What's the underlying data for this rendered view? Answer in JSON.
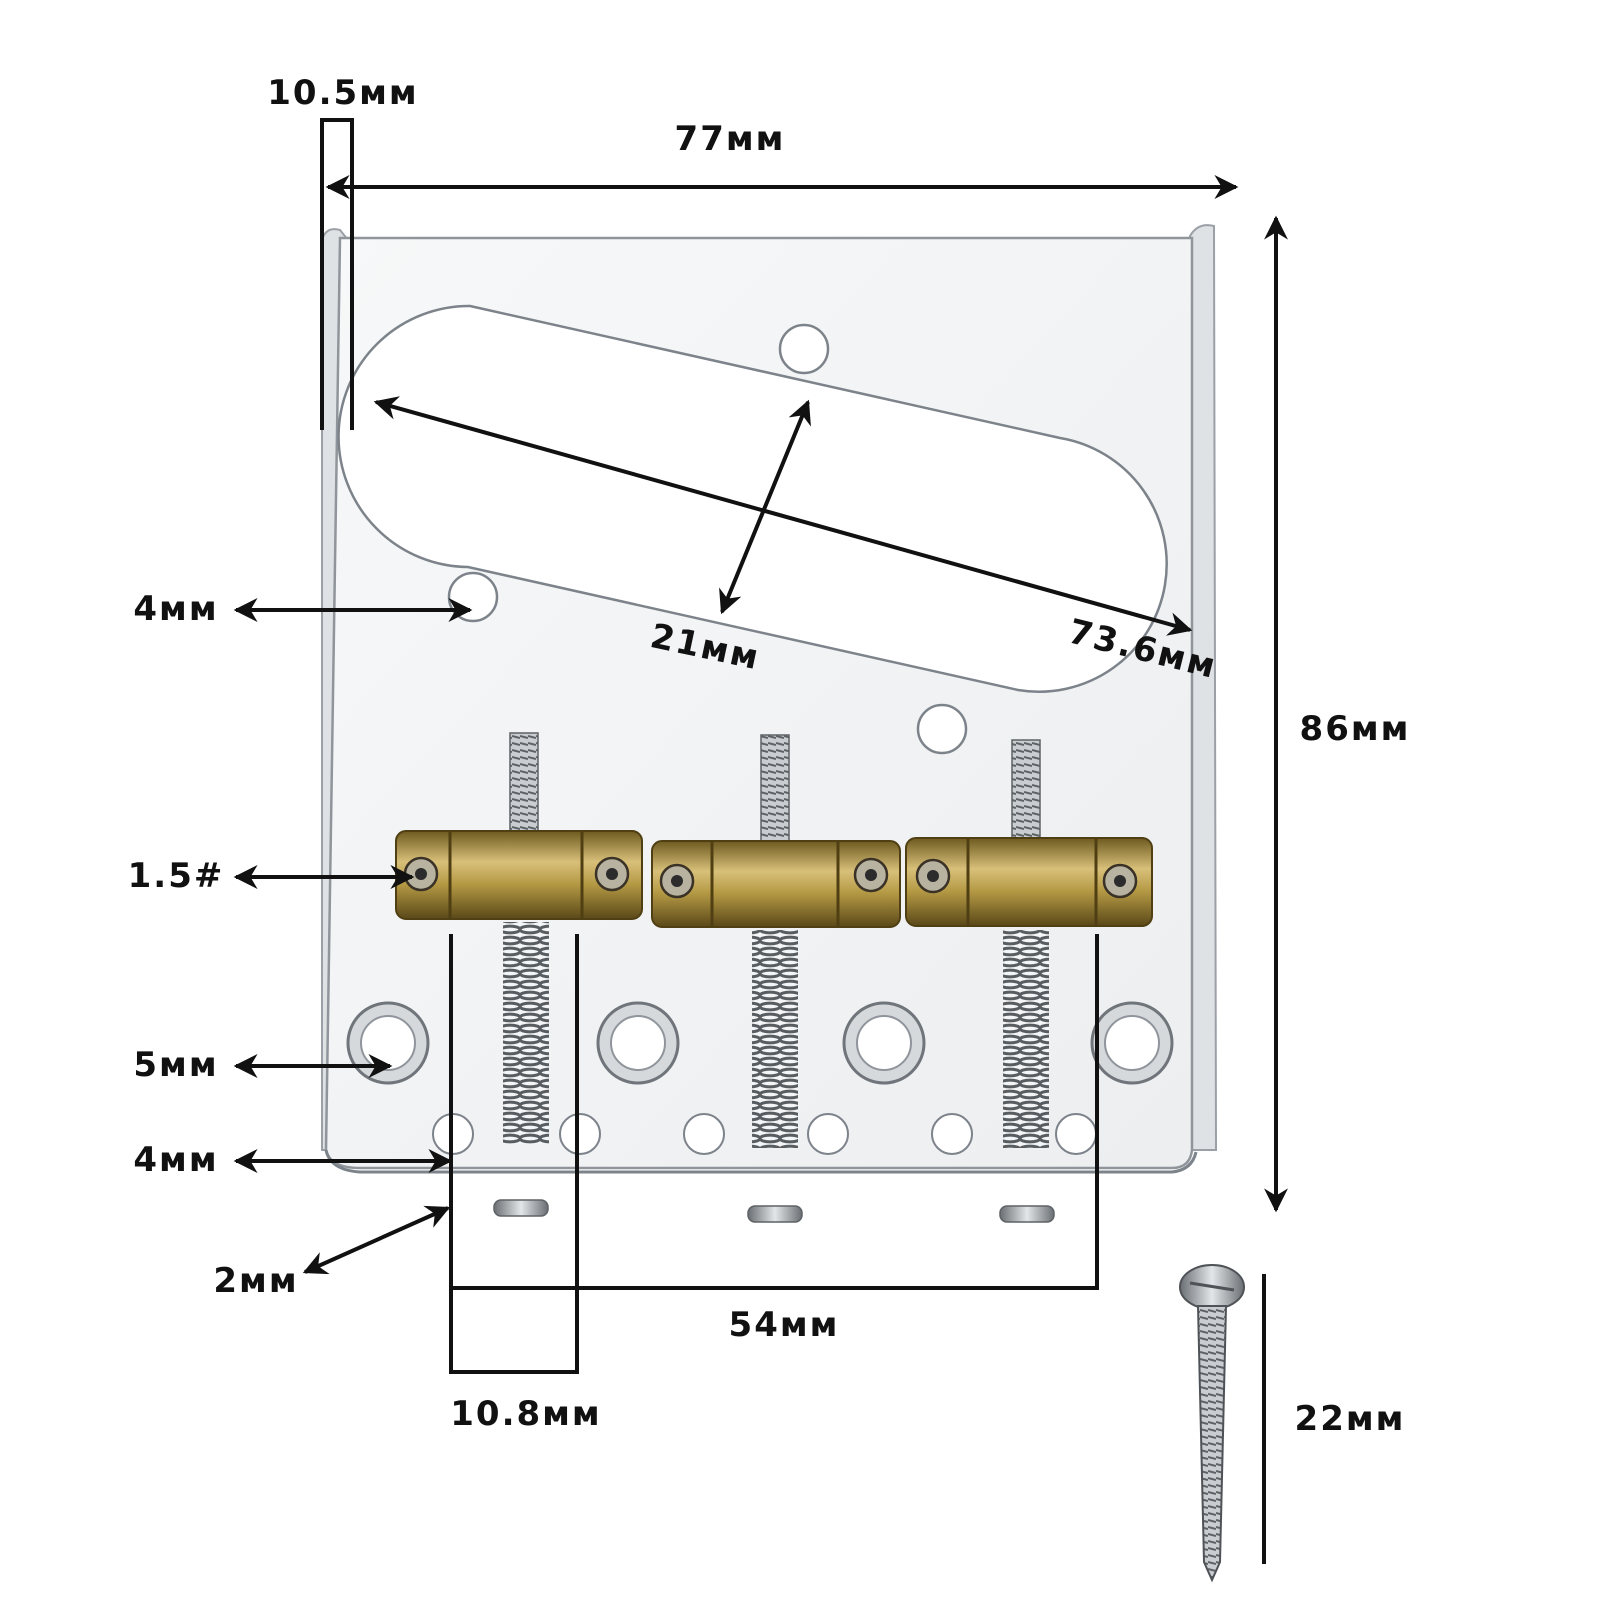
{
  "colors": {
    "line": "#111111",
    "plate_fill": "#f4f5f6",
    "plate_edge": "#9aa0a6",
    "brass_light": "#d8c07a",
    "brass_mid": "#a88c3a",
    "brass_dark": "#6e5a20",
    "steel": "#a9aeb3",
    "steel_dark": "#5d6266"
  },
  "labels": {
    "flange_width": "10.5мм",
    "plate_width": "77мм",
    "plate_height": "86мм",
    "mount_hole": "4мм",
    "pickup_width": "21мм",
    "pickup_length": "73.6мм",
    "hex_key": "1.5#",
    "string_hole_large": "5мм",
    "string_hole_small": "4мм",
    "plate_thickness": "2мм",
    "saddle_spacing": "54мм",
    "saddle_width": "10.8мм",
    "screw_length": "22мм"
  },
  "icons": {
    "bridge": "telecaster-bridge-plate-icon",
    "saddle": "brass-barrel-saddle-icon",
    "spring": "intonation-spring-icon",
    "screw": "mounting-screw-icon"
  }
}
